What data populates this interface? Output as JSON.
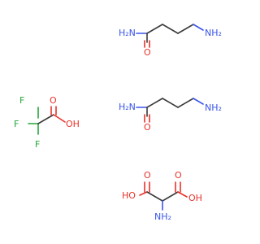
{
  "diagram": {
    "molecules": [
      {
        "id": "gaba-amide-1",
        "labels": {
          "amide_h2n": "H₂N",
          "carbonyl_o": "O",
          "amine_nh2": "NH₂"
        }
      },
      {
        "id": "tfa",
        "labels": {
          "f_top": "F",
          "f_left": "F",
          "f_bottom": "F",
          "carbonyl_o": "O",
          "oh": "OH"
        }
      },
      {
        "id": "gaba-amide-2",
        "labels": {
          "amide_h2n": "H₂N",
          "carbonyl_o": "O",
          "amine_nh2": "NH₂"
        }
      },
      {
        "id": "aminomalonic-acid",
        "labels": {
          "left_oh": "HO",
          "left_o": "O",
          "right_o": "O",
          "right_oh": "OH",
          "amine_nh2": "NH₂"
        }
      }
    ],
    "colors": {
      "carbon_bond": "#3b3b3b",
      "nitrogen": "#3a55e8",
      "oxygen": "#e8322a",
      "fluorine": "#24a63a"
    }
  }
}
